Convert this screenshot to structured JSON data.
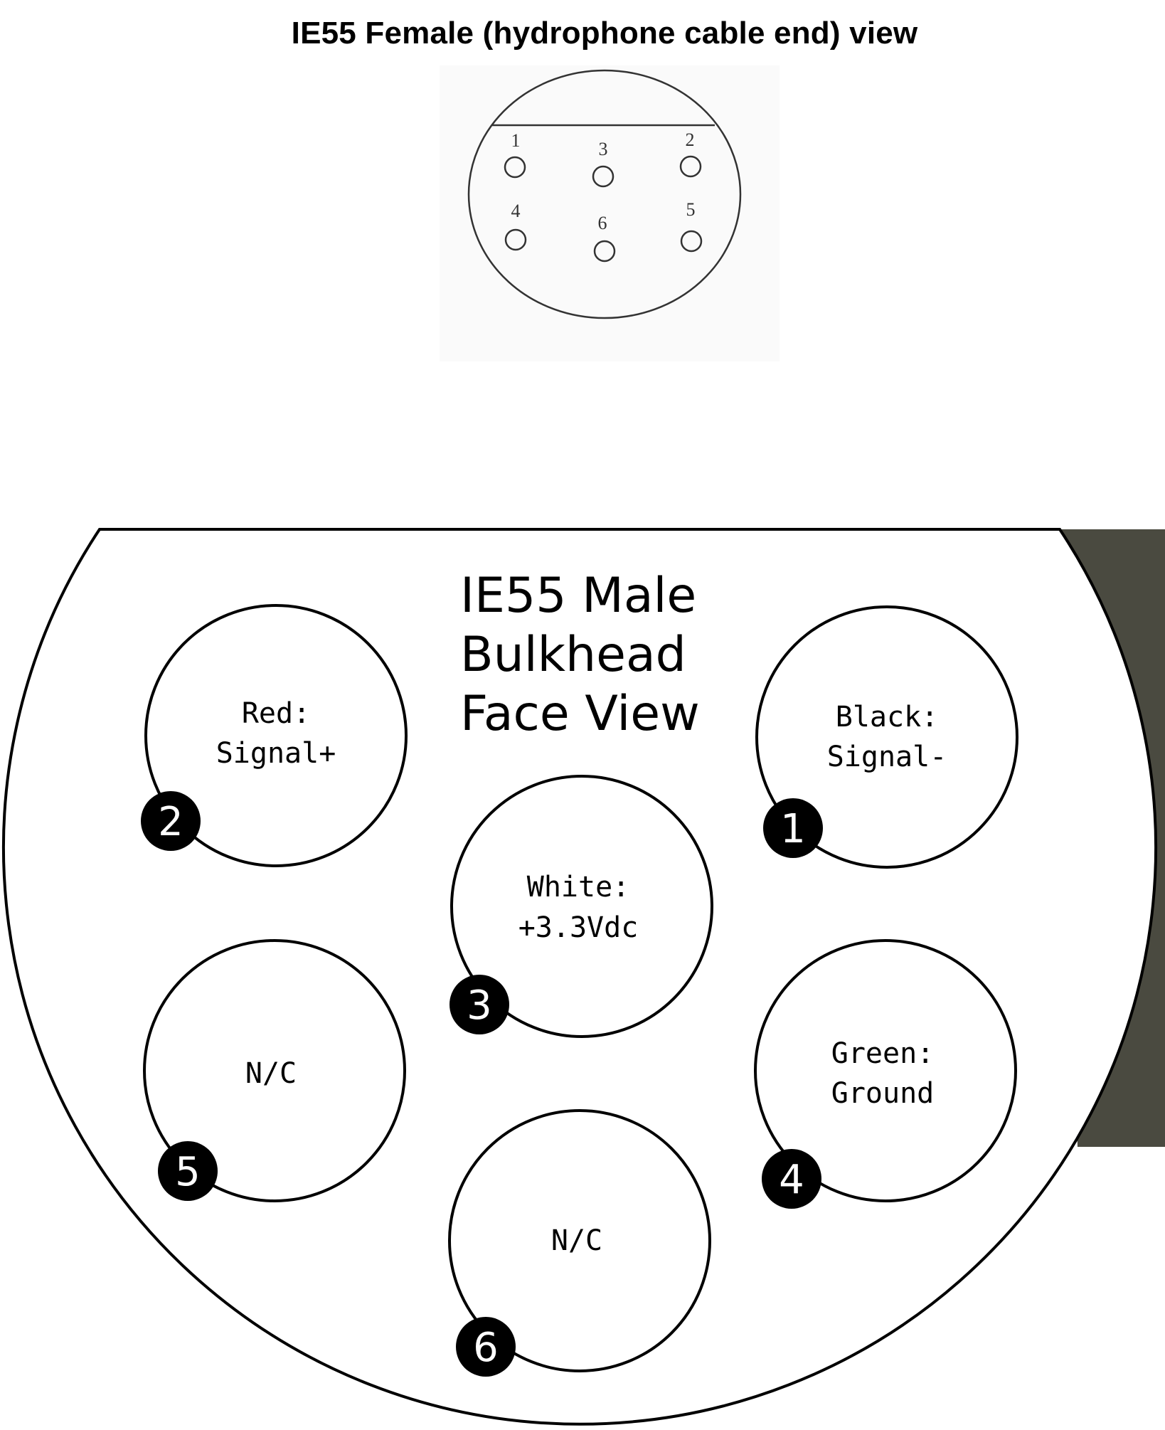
{
  "female_view": {
    "title": "IE55 Female (hydrophone cable end) view",
    "pin_numbers": [
      "1",
      "3",
      "2",
      "4",
      "6",
      "5"
    ]
  },
  "male_view": {
    "title_lines": [
      "IE55 Male",
      "Bulkhead",
      "Face View"
    ],
    "pins": [
      {
        "number": "2",
        "label_lines": [
          "Red:",
          "Signal+"
        ]
      },
      {
        "number": "1",
        "label_lines": [
          "Black:",
          "Signal-"
        ]
      },
      {
        "number": "3",
        "label_lines": [
          "White:",
          "+3.3Vdc"
        ]
      },
      {
        "number": "5",
        "label_lines": [
          "N/C"
        ]
      },
      {
        "number": "4",
        "label_lines": [
          "Green:",
          "Ground"
        ]
      },
      {
        "number": "6",
        "label_lines": [
          "N/C"
        ]
      }
    ]
  },
  "colors": {
    "line": "#000000",
    "badge_fill": "#000000",
    "badge_text": "#ffffff",
    "background_edge": "#4a4a40",
    "female_image_bg": "#fafafa"
  }
}
